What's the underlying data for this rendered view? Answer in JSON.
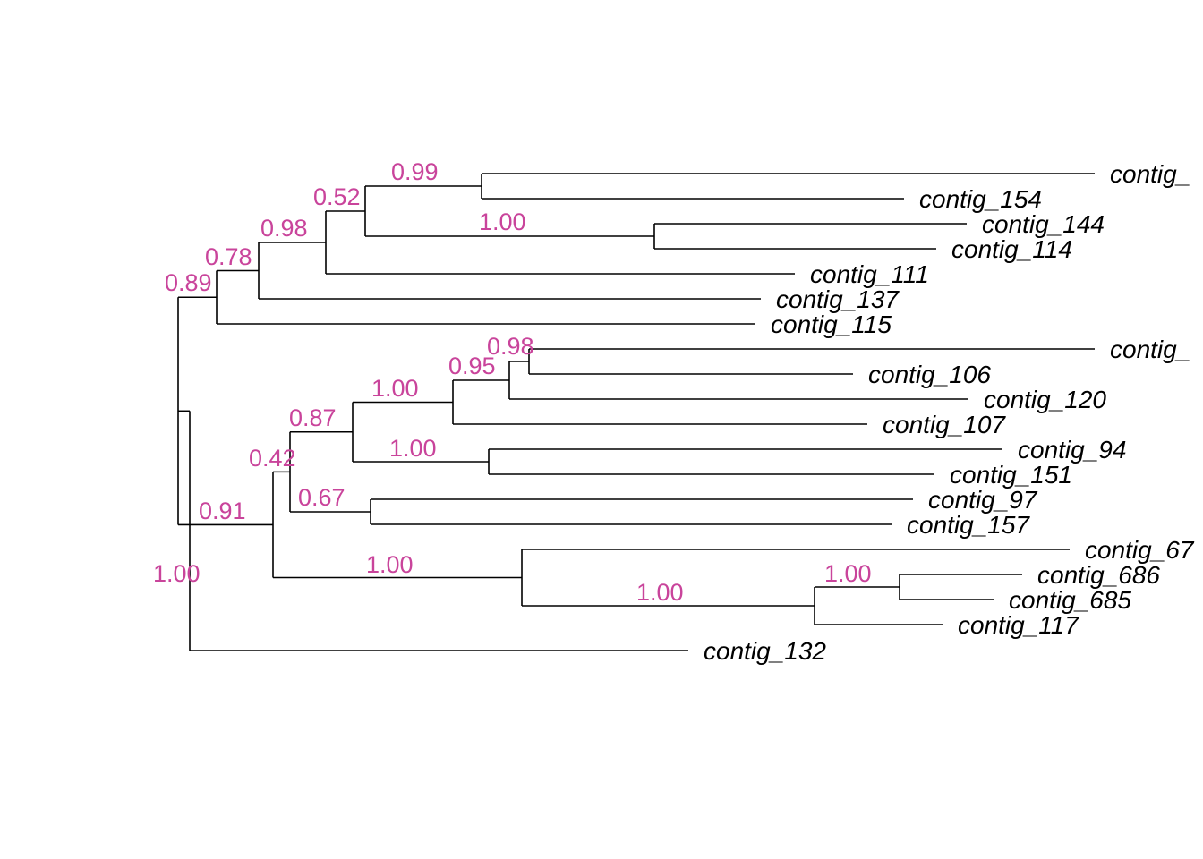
{
  "colors": {
    "branch": "#000000",
    "support": "#c9449b",
    "tip_label": "#000000"
  },
  "tips": [
    "contig_",
    "contig_154",
    "contig_144",
    "contig_114",
    "contig_111",
    "contig_137",
    "contig_115",
    "contig_",
    "contig_106",
    "contig_120",
    "contig_107",
    "contig_94",
    "contig_151",
    "contig_97",
    "contig_157",
    "contig_67",
    "contig_686",
    "contig_685",
    "contig_117",
    "contig_132"
  ],
  "support_values": [
    "1.00",
    "0.89",
    "0.78",
    "0.98",
    "0.52",
    "0.99",
    "1.00",
    "0.91",
    "0.42",
    "0.87",
    "1.00",
    "0.95",
    "0.98",
    "1.00",
    "0.67",
    "1.00",
    "1.00",
    "1.00"
  ]
}
